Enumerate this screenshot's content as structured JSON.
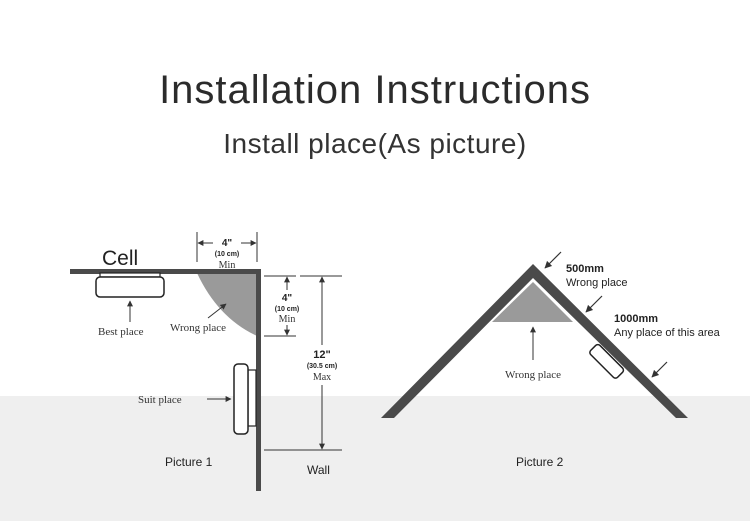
{
  "title": "Installation Instructions",
  "subtitle": "Install place(As picture)",
  "picture1": {
    "ceiling_label": "Cell",
    "top_dim": {
      "value": "4\"",
      "metric": "(10 cm)",
      "note": "Min"
    },
    "side_dim": {
      "value": "4\"",
      "metric": "(10 cm)",
      "note": "Min"
    },
    "max_dim": {
      "value": "12\"",
      "metric": "(30.5 cm)",
      "note": "Max"
    },
    "best_place": "Best place",
    "wrong_place": "Wrong place",
    "suit_place": "Suit place",
    "wall_label": "Wall",
    "caption": "Picture 1"
  },
  "picture2": {
    "dim_500": "500mm",
    "wrong_place_1": "Wrong place",
    "dim_1000": "1000mm",
    "any_place": "Any place of this area",
    "wrong_place_2": "Wrong place",
    "caption": "Picture 2"
  },
  "colors": {
    "structure": "#4a4a4a",
    "zone": "#9a9a9a",
    "floor": "#efefef"
  }
}
